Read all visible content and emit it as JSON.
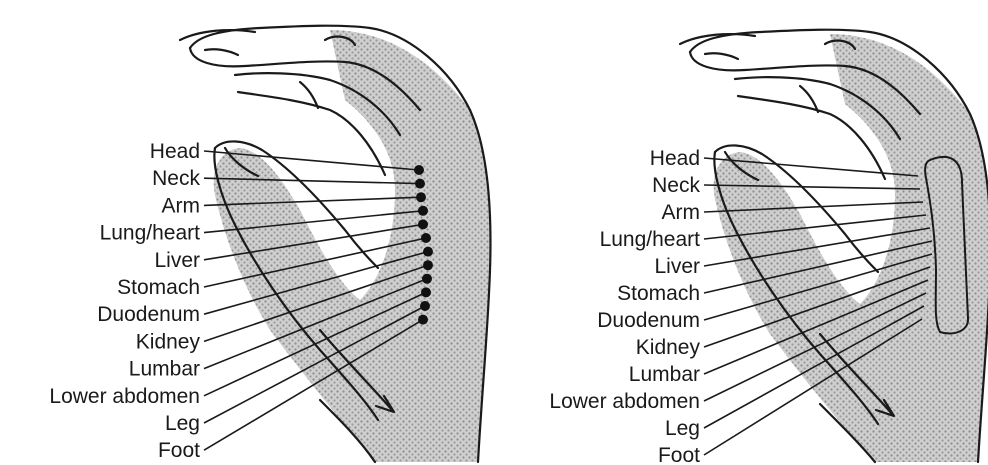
{
  "panels": [
    {
      "id": "left",
      "marker": "points",
      "labels": [
        "Head",
        "Neck",
        "Arm",
        "Lung/heart",
        "Liver",
        "Stomach",
        "Duodenum",
        "Kidney",
        "Lumbar",
        "Lower abdomen",
        "Leg",
        "Foot"
      ]
    },
    {
      "id": "right",
      "marker": "zone",
      "labels": [
        "Head",
        "Neck",
        "Arm",
        "Lung/heart",
        "Liver",
        "Stomach",
        "Duodenum",
        "Kidney",
        "Lumbar",
        "Lower abdomen",
        "Leg",
        "Foot"
      ]
    }
  ],
  "colors": {
    "ink": "#1a1a1a",
    "shading": "#b8b8b8",
    "background": "#ffffff"
  }
}
